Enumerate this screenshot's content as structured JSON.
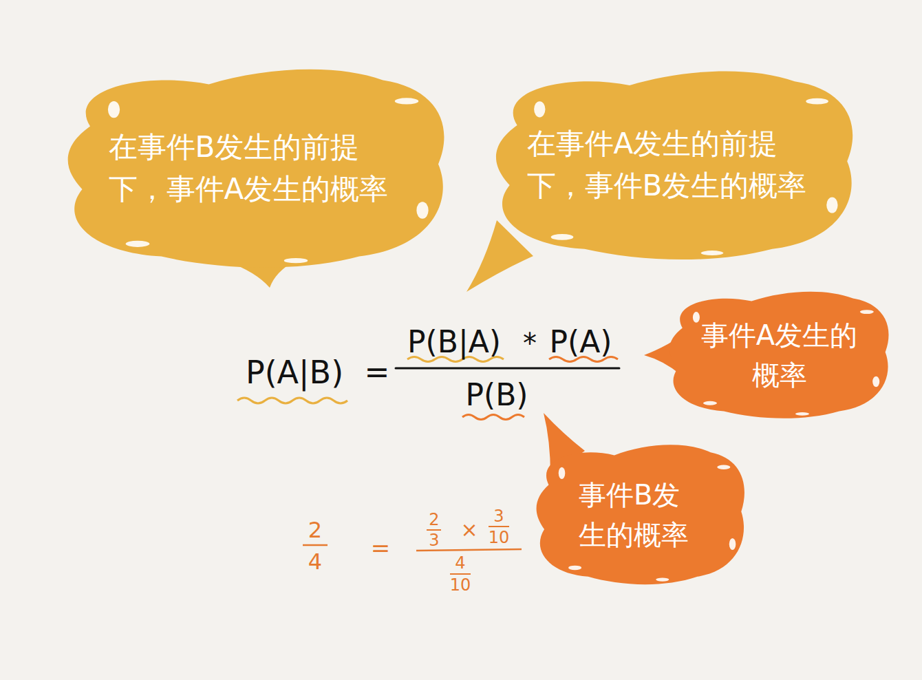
{
  "diagram": {
    "nodes": [
      {
        "text": [
          "在事件B发生的前提下，事件A发生的概率"
        ]
      },
      {
        "text": [
          "在事件A发生的前提下，事件B发生的概率"
        ]
      },
      {
        "text": [
          "事件A发生的概率"
        ]
      },
      {
        "text": [
          "事件B发生的概率"
        ]
      }
    ],
    "labels": [
      "P(A|B)",
      "=",
      "P(B|A)",
      "*",
      "P(A)",
      "P(B)",
      "2",
      "4",
      "=",
      "2",
      "3",
      "×",
      "3",
      "10",
      "4",
      "10"
    ]
  }
}
